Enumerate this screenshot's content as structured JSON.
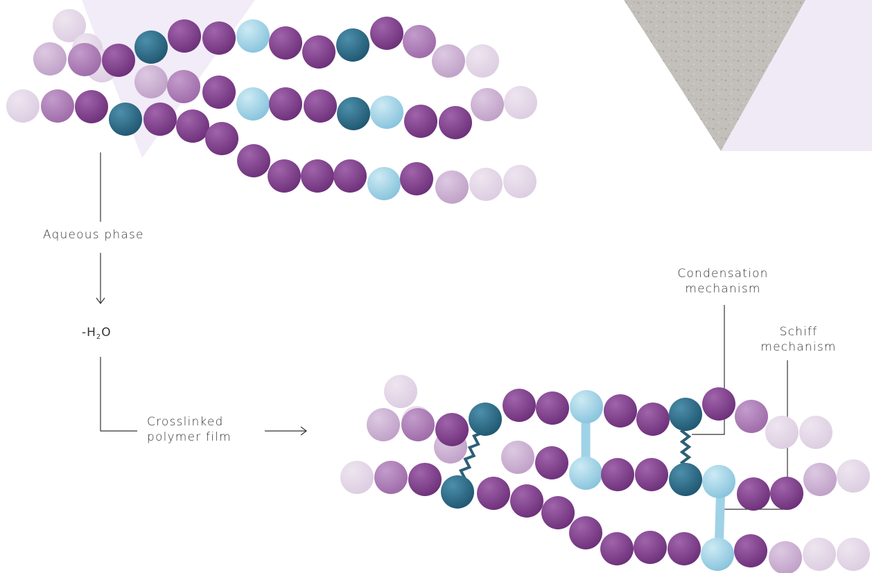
{
  "labels": {
    "aqueous": "Aqueous phase",
    "formula_prefix": "-H",
    "formula_sub": "2",
    "formula_suffix": "O",
    "crosslinked_line1": "Crosslinked",
    "crosslinked_line2": "polymer film",
    "condensation_line1": "Condensation",
    "condensation_line2": "mechanism",
    "schiff_line1": "Schiff",
    "schiff_line2": "mechanism"
  },
  "colors": {
    "purple": "#7d3f89",
    "teal": "#2e6e8c",
    "light_blue": "#9fd2e6",
    "faded_purple": "#cdb2d3",
    "pale_purple": "#e3d6e7",
    "lavender_bg": "#efeaf5",
    "stone_texture": "#bdbab5",
    "line": "#333338"
  }
}
